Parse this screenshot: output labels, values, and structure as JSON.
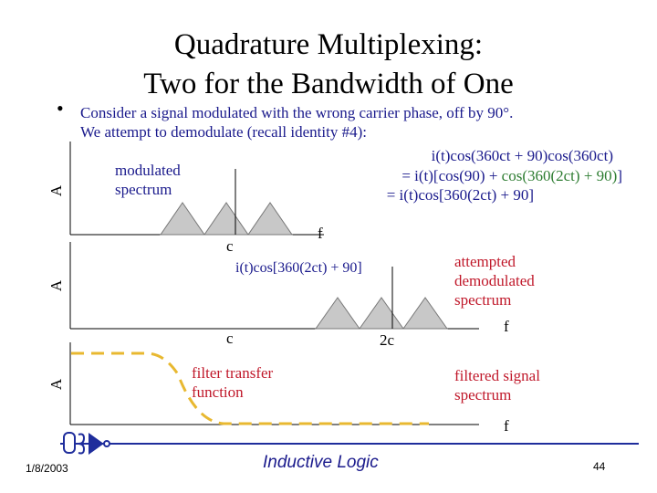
{
  "slide": {
    "title_line1": "Quadrature Multiplexing:",
    "title_line2": "Two for the Bandwidth of One",
    "bullet_symbol": "•",
    "bullet_line1": "Consider a signal modulated with the wrong carrier phase, off by 90°.",
    "bullet_line2": "We attempt to demodulate (recall identity #4):",
    "eq1": "i(t)cos(360ct + 90)cos(360ct)",
    "eq2": "= i(t)[cos(90) + cos(360(2ct) + 90)]",
    "eq3": "= i(t)cos[360(2ct) + 90]"
  },
  "panel1": {
    "axis_label": "A",
    "spectrum_label_line1": "modulated",
    "spectrum_label_line2": "spectrum",
    "c_label": "c",
    "f_label": "f"
  },
  "panel2": {
    "axis_label": "A",
    "signal_label": "i(t)cos[360(2ct) + 90]",
    "c_label": "c",
    "two_c_label": "2c",
    "side_label_line1": "attempted",
    "side_label_line2": "demodulated",
    "side_label_line3": "spectrum",
    "f_label": "f"
  },
  "panel3": {
    "axis_label": "A",
    "filter_label_line1": "filter transfer",
    "filter_label_line2": "function",
    "side_label_line1": "filtered signal",
    "side_label_line2": "spectrum",
    "f_label": "f"
  },
  "footer": {
    "date": "1/8/2003",
    "company": "Inductive Logic",
    "page": "44"
  },
  "colors": {
    "text_blue": "#1a1a8c",
    "text_green": "#2e7d32",
    "text_red": "#c0182a",
    "spectrum_fill": "#c8c8c8",
    "filter_curve": "#e8b830",
    "logo_blue": "#1f2d9c"
  }
}
